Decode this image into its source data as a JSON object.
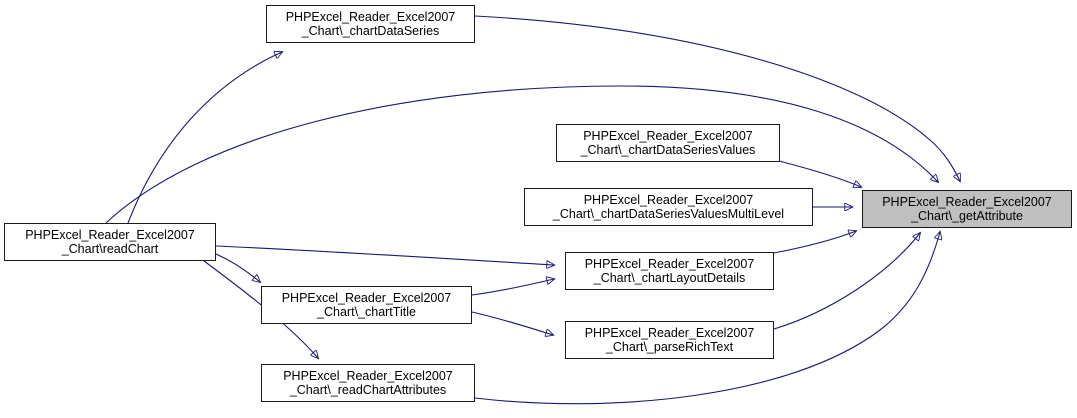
{
  "diagram": {
    "type": "call-graph",
    "description": "Caller graph converging on PHPExcel_Reader_Excel2007_Chart\\_getAttribute",
    "edge_color": "#191970",
    "node_border_color": "#1a1a1a",
    "highlight_fill": "#bfbfbf",
    "node_fill": "#ffffff",
    "nodes": {
      "chartDataSeries": {
        "line1": "PHPExcel_Reader_Excel2007",
        "line2": "_Chart\\_chartDataSeries"
      },
      "readChart": {
        "line1": "PHPExcel_Reader_Excel2007",
        "line2": "_Chart\\readChart"
      },
      "chartDataSeriesValues": {
        "line1": "PHPExcel_Reader_Excel2007",
        "line2": "_Chart\\_chartDataSeriesValues"
      },
      "chartDataSeriesValuesMultiLevel": {
        "line1": "PHPExcel_Reader_Excel2007",
        "line2": "_Chart\\_chartDataSeriesValuesMultiLevel"
      },
      "chartLayoutDetails": {
        "line1": "PHPExcel_Reader_Excel2007",
        "line2": "_Chart\\_chartLayoutDetails"
      },
      "chartTitle": {
        "line1": "PHPExcel_Reader_Excel2007",
        "line2": "_Chart\\_chartTitle"
      },
      "parseRichText": {
        "line1": "PHPExcel_Reader_Excel2007",
        "line2": "_Chart\\_parseRichText"
      },
      "readChartAttributes": {
        "line1": "PHPExcel_Reader_Excel2007",
        "line2": "_Chart\\_readChartAttributes"
      },
      "getAttribute": {
        "line1": "PHPExcel_Reader_Excel2007",
        "line2": "_Chart\\_getAttribute",
        "highlighted": "true"
      }
    },
    "edges": [
      {
        "from": "readChart",
        "to": "chartDataSeries"
      },
      {
        "from": "readChart",
        "to": "getAttribute"
      },
      {
        "from": "readChart",
        "to": "chartLayoutDetails"
      },
      {
        "from": "readChart",
        "to": "chartTitle"
      },
      {
        "from": "readChart",
        "to": "readChartAttributes"
      },
      {
        "from": "chartDataSeries",
        "to": "getAttribute"
      },
      {
        "from": "chartDataSeriesValues",
        "to": "getAttribute"
      },
      {
        "from": "chartDataSeriesValuesMultiLevel",
        "to": "getAttribute"
      },
      {
        "from": "chartLayoutDetails",
        "to": "getAttribute"
      },
      {
        "from": "chartTitle",
        "to": "chartLayoutDetails"
      },
      {
        "from": "chartTitle",
        "to": "parseRichText"
      },
      {
        "from": "parseRichText",
        "to": "getAttribute"
      },
      {
        "from": "readChartAttributes",
        "to": "getAttribute"
      }
    ]
  }
}
